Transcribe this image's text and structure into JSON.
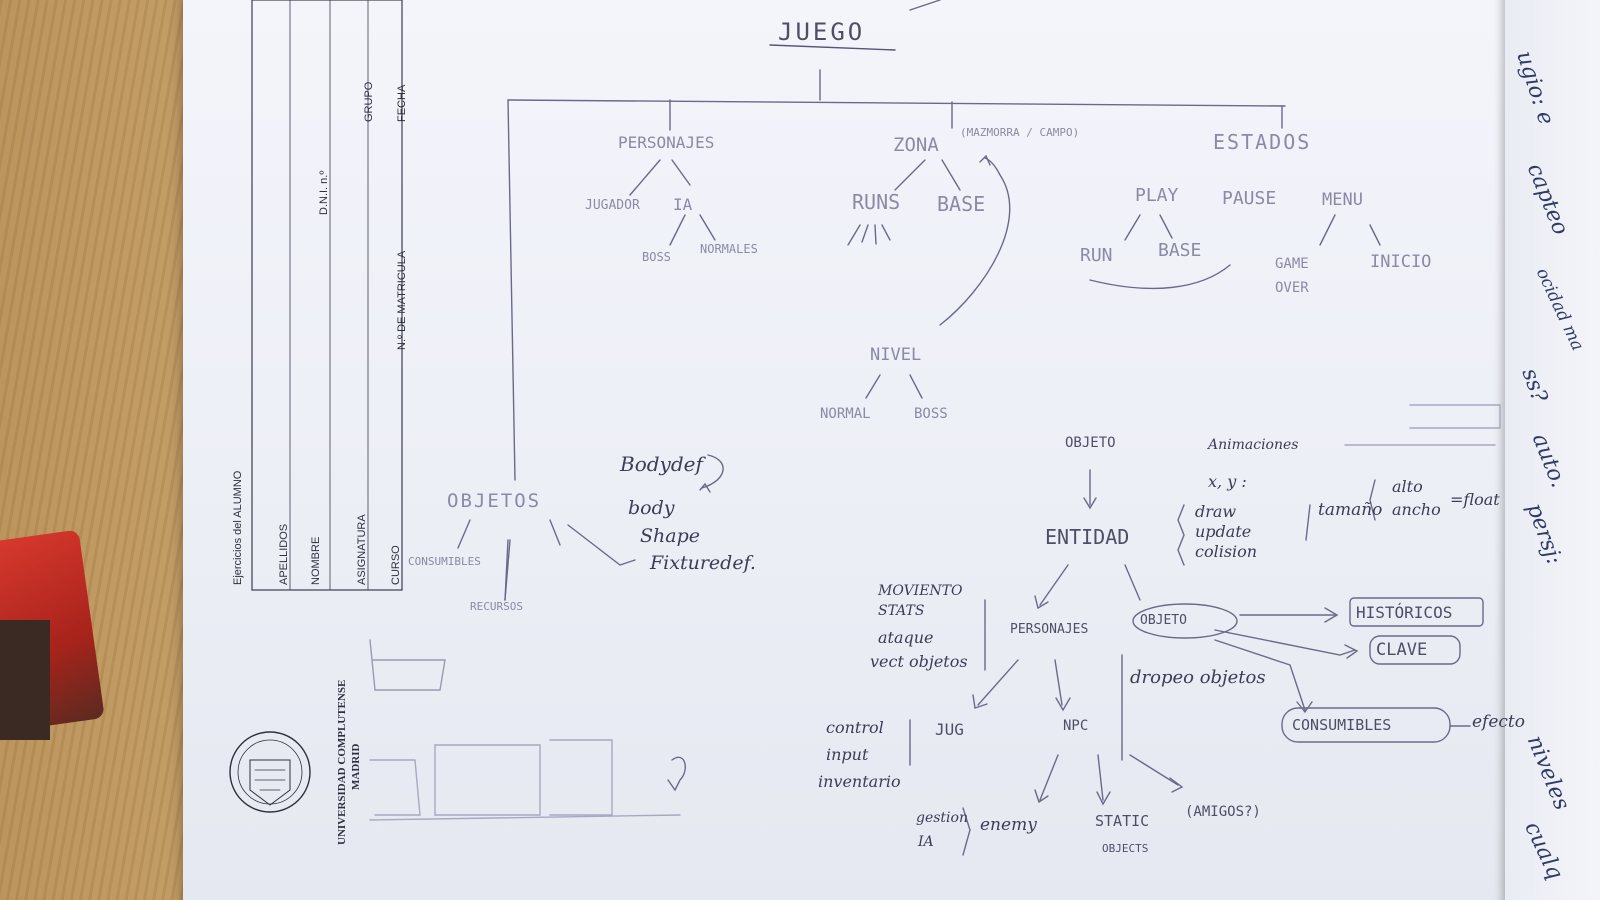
{
  "form": {
    "header": "Ejercicios del ALUMNO",
    "apellidos": "APELLIDOS",
    "nombre": "NOMBRE",
    "dni": "D.N.I. n.º",
    "asignatura": "ASIGNATURA",
    "grupo": "GRUPO",
    "curso": "CURSO",
    "matricula": "N.º DE MATRICULA",
    "fecha": "FECHA",
    "university": "UNIVERSIDAD COMPLUTENSE",
    "city": "MADRID"
  },
  "diagram": {
    "root": "JUEGO",
    "personajes": "PERSONAJES",
    "jugador": "JUGADOR",
    "ia": "IA",
    "boss_ia": "BOSS",
    "normales": "NORMALES",
    "zona": "ZONA",
    "zona_note": "(MAZMORRA / CAMPO)",
    "runs": "RUNS",
    "base_zona": "BASE",
    "estados": "ESTADOS",
    "play": "PLAY",
    "pause": "PAUSE",
    "menu": "MENU",
    "run_estado": "RUN",
    "base_estado": "BASE",
    "game_over": "GAME OVER",
    "inicio": "INICIO",
    "nivel": "NIVEL",
    "normal": "NORMAL",
    "boss_nivel": "BOSS",
    "objetos": "OBJETOS",
    "consumibles_small": "CONSUMIBLES",
    "recursos": "RECURSOS",
    "box2d_1": "Bodydef",
    "box2d_2": "body",
    "box2d_3": "Shape",
    "box2d_4": "Fixturedef."
  },
  "entity": {
    "objeto": "OBJETO",
    "entidad": "ENTIDAD",
    "animaciones": "Animaciones",
    "xy": "x, y :",
    "draw": "draw",
    "update": "update",
    "colision": "colision",
    "tamano": "tamaño",
    "alto": "alto",
    "ancho": "ancho",
    "flat": "=float",
    "movimiento": "MOVIENTO",
    "stats": "STATS",
    "ataque": "ataque",
    "vect_obj": "vect objetos",
    "personajes": "PERSONAJES",
    "objeto_sub": "OBJETO",
    "historicos": "HISTÓRICOS",
    "clave": "CLAVE",
    "consumibles": "CONSUMIBLES",
    "efecto": "efecto",
    "dropeo": "dropeo objetos",
    "control": "control",
    "input": "input",
    "inventario": "inventario",
    "jug": "JUG",
    "npc": "NPC",
    "gestion": "gestion",
    "gestion_ia": "IA",
    "enemy": "enemy",
    "static": "STATIC",
    "objects": "OBJECTS",
    "amigos": "(AMIGOS?)"
  },
  "margin_notes": {
    "n1": "ugio: e",
    "n2": "capteo",
    "n3": "ocidad ma",
    "n4": "ss?",
    "n5": "auto.",
    "n6": "persj:",
    "n7": "niveles",
    "n8": "cualq"
  },
  "colors": {
    "pencil": "#5a5a78",
    "ink": "#2e2e48",
    "paper": "#eef0f7",
    "wood": "#c9a46a",
    "book": "#c42e24"
  }
}
